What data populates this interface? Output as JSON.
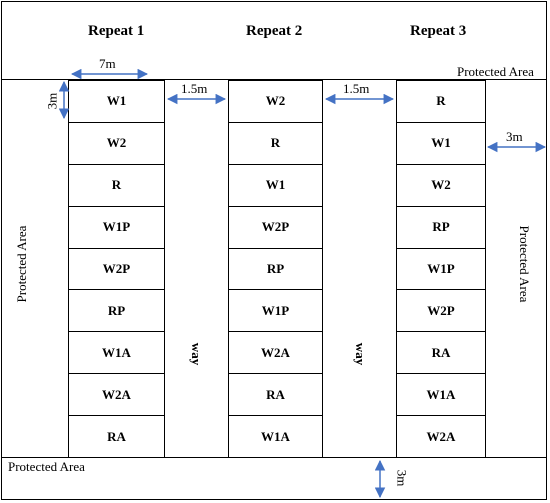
{
  "repeats": [
    {
      "title": "Repeat 1",
      "cells": [
        "W1",
        "W2",
        "R",
        "W1P",
        "W2P",
        "RP",
        "W1A",
        "W2A",
        "RA"
      ]
    },
    {
      "title": "Repeat 2",
      "cells": [
        "W2",
        "R",
        "W1",
        "W2P",
        "RP",
        "W1P",
        "W2A",
        "RA",
        "W1A"
      ]
    },
    {
      "title": "Repeat 3",
      "cells": [
        "R",
        "W1",
        "W2",
        "RP",
        "W1P",
        "W2P",
        "RA",
        "W1A",
        "W2A"
      ]
    }
  ],
  "labels": {
    "plot_width": "7m",
    "plot_height": "3m",
    "gap_1": "1.5m",
    "gap_2": "1.5m",
    "right_border": "3m",
    "bottom_border": "3m",
    "way_1": "way",
    "way_2": "way",
    "protected_top": "Protected Area",
    "protected_left": "Protected Area",
    "protected_right": "Protected Area",
    "protected_bottom": "Protected Area"
  },
  "colors": {
    "arrow": "#4472c4",
    "line": "#000000"
  }
}
